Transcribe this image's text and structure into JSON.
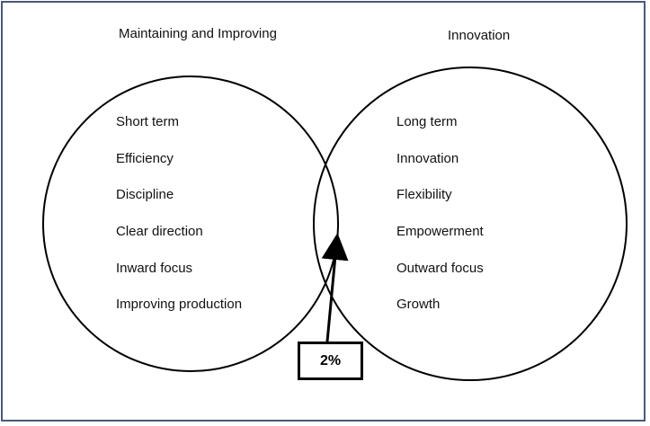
{
  "left_set": {
    "heading": "Maintaining and Improving",
    "items": [
      "Short term",
      "Efficiency",
      "Discipline",
      "Clear direction",
      "Inward focus",
      "Improving production"
    ]
  },
  "right_set": {
    "heading": "Innovation",
    "items": [
      "Long term",
      "Innovation",
      "Flexibility",
      "Empowerment",
      "Outward focus",
      "Growth"
    ]
  },
  "overlap": {
    "label": "2%"
  }
}
